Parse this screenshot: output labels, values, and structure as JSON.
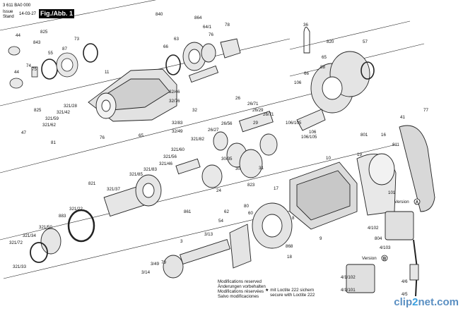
{
  "header": {
    "part_number": "3 611 BA0 000",
    "issue_label": "Issue",
    "stand_label": "Stand",
    "date": "14-03-27",
    "figure_label": "Fig./Abb. 1"
  },
  "callouts": {
    "c44a": "44",
    "c825a": "825",
    "c843": "843",
    "c73": "73",
    "c55": "55",
    "c87": "87",
    "c44b": "44",
    "c74": "74",
    "c75": "75",
    "c11": "11",
    "c840": "840",
    "c864": "864",
    "c64_1": "64/1",
    "c78": "78",
    "c76a": "76",
    "c63": "63",
    "c66a": "66",
    "c36": "36",
    "c820": "820",
    "c57": "57",
    "c65": "65",
    "c88": "88",
    "c66b": "66",
    "c106a": "106",
    "c32_46": "32/46",
    "c32_76": "32/76",
    "c32": "32",
    "c825b": "825",
    "c321_28": "321/28",
    "c321_42": "321/42",
    "c321_59": "321/59",
    "c321_62": "321/62",
    "c47": "47",
    "c81": "81",
    "c76b": "76",
    "c32_83": "32/83",
    "c32_49": "32/49",
    "c65b": "65",
    "c26": "26",
    "c26_71a": "26/71",
    "c26_29": "26/29",
    "c26_71b": "26/71",
    "c26_56": "26/56",
    "c26_27": "26/27",
    "c29": "29",
    "c106_105a": "106/105",
    "c106b": "106",
    "c106_105b": "106/105",
    "c41": "41",
    "c77": "77",
    "c801": "801",
    "c16": "16",
    "c811": "811",
    "c19": "19",
    "c321_82": "321/82",
    "c321_60": "321/60",
    "c321_56": "321/56",
    "c321_46": "321/46",
    "c321_83": "321/83",
    "c321_85": "321/85",
    "c321_37": "321/37",
    "c821": "821",
    "c30_35": "30/35",
    "c30": "30",
    "c31": "31",
    "c24": "24",
    "c823": "823",
    "c10": "10",
    "c861": "861",
    "c62": "62",
    "c80": "80",
    "c17": "17",
    "c60": "60",
    "c101": "101",
    "c8": "8",
    "c9": "9",
    "c4_102": "4/102",
    "c804": "804",
    "c4_103": "4/103",
    "c321_22": "321/22",
    "c883": "883",
    "c321_50": "321/50",
    "c321_34": "321/34",
    "c321_72": "321/72",
    "c321_33": "321/33",
    "c54": "54",
    "c3_13": "3/13",
    "c3": "3",
    "c868": "868",
    "c3_49": "3/49",
    "c3_14": "3/14",
    "c79": "79",
    "c18": "18",
    "c4_6": "4/6",
    "c4_5": "4/5",
    "c4_1_102": "4/1/102",
    "c4_1_101": "4/1/101"
  },
  "version_labels": {
    "version_a": "Version",
    "version_a_badge": "A",
    "version_b": "Version",
    "version_b_badge": "B"
  },
  "footer": {
    "modifications": [
      "Modifications reserved",
      "Änderungen vorbehalten",
      "Modifications réservées",
      "Salvo modificaciones"
    ],
    "loctite_star": "★",
    "loctite_lines": [
      "mit Loctite 222 sichern",
      "secure with Loctite 222"
    ]
  },
  "watermark": {
    "part1": "clip",
    "part2": "2",
    "part3": "net.com"
  }
}
